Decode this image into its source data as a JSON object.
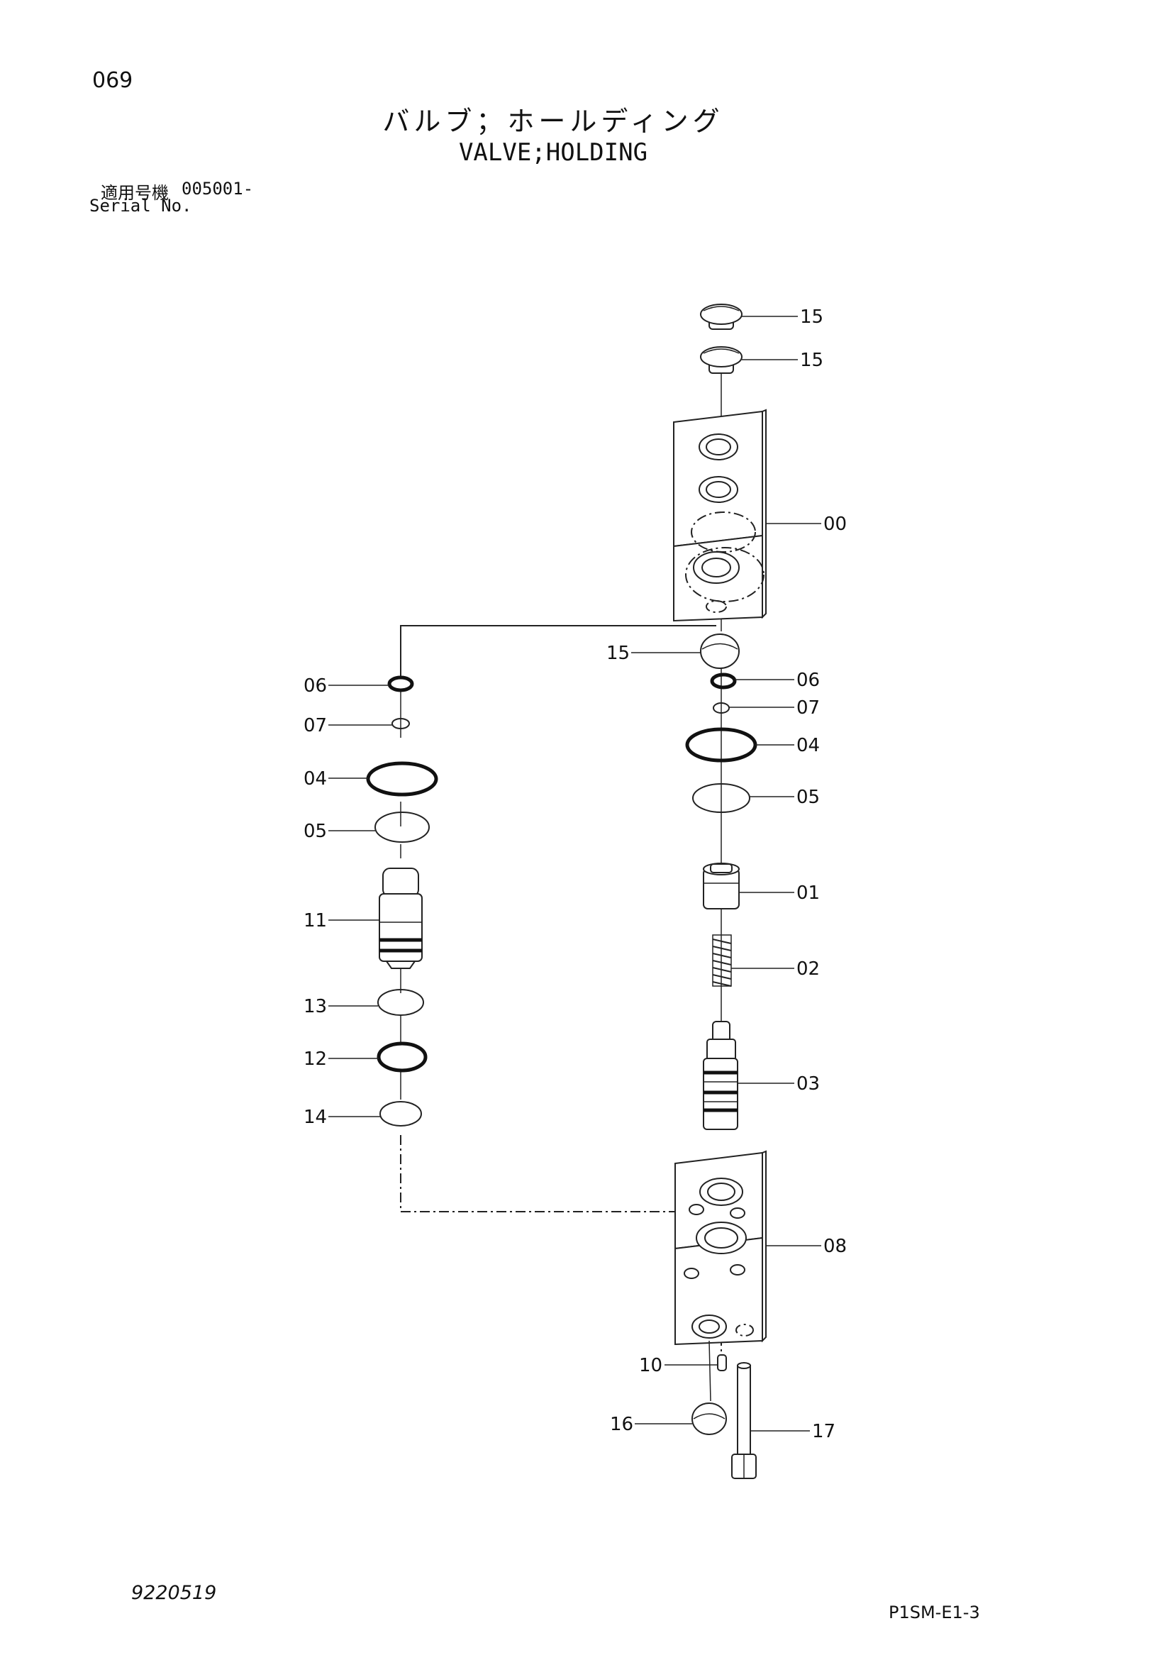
{
  "header": {
    "page_number": "069",
    "title_jp": "バルブ；ホールディング",
    "title_en": "VALVE;HOLDING",
    "serial_label_jp": "適用号機",
    "serial_label_en": "Serial No.",
    "serial_value": "005001-"
  },
  "footer": {
    "drawing_number": "9220519",
    "sheet_code": "P1SM-E1-3"
  },
  "callouts": {
    "c15a": "15",
    "c15b": "15",
    "c00": "00",
    "c15c": "15",
    "c06r": "06",
    "c07r": "07",
    "c04r": "04",
    "c05r": "05",
    "c01": "01",
    "c02": "02",
    "c03": "03",
    "c08": "08",
    "c10": "10",
    "c16": "16",
    "c17": "17",
    "c06l": "06",
    "c07l": "07",
    "c04l": "04",
    "c05l": "05",
    "c11": "11",
    "c13": "13",
    "c12": "12",
    "c14": "14"
  }
}
